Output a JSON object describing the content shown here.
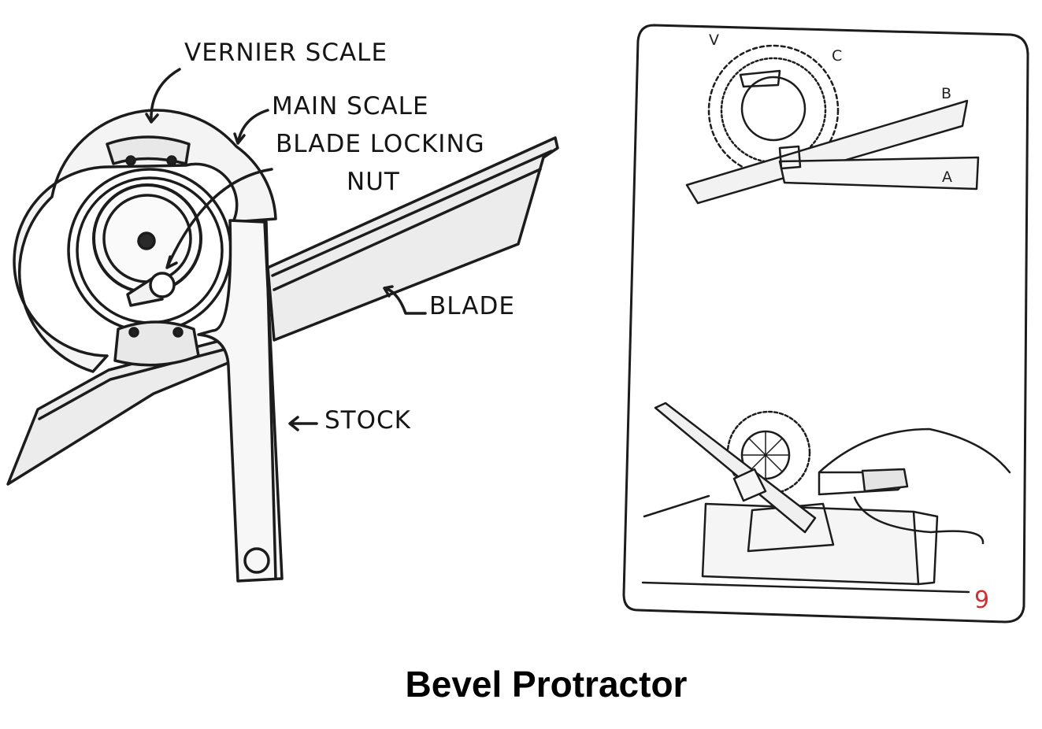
{
  "diagram": {
    "labels": {
      "vernier_scale": "VERNIER SCALE",
      "main_scale": "MAIN SCALE",
      "blade_locking_line1": "BLADE LOCKING",
      "blade_locking_line2": "NUT",
      "blade": "BLADE",
      "stock": "STOCK"
    },
    "inset_labels": {
      "v": "V",
      "c": "C",
      "b": "B",
      "a": "A"
    },
    "page_number": "9",
    "caption": "Bevel Protractor"
  }
}
